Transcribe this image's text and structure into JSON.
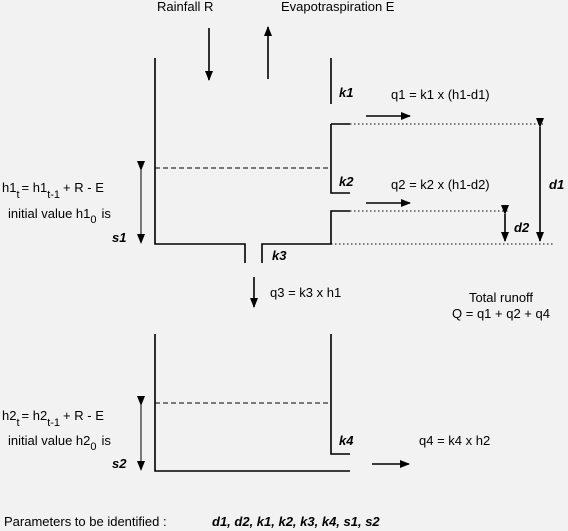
{
  "inputs": {
    "rainfall": "Rainfall R",
    "evapo": "Evapotraspiration E"
  },
  "tank1": {
    "k1": "k1",
    "k2": "k2",
    "k3": "k3",
    "q1_eq": "q1 = k1 x (h1-d1)",
    "q2_eq": "q2 = k2 x (h1-d2)",
    "d1": "d1",
    "d2": "d2",
    "h_lhs": "h1",
    "h_lhs_sub": "t",
    "h_rhs": "= h1",
    "h_rhs_sub": "t-1",
    "h_rest": "+ R - E",
    "init_a": "initial value h1",
    "init_sub": "0",
    "init_b": "is",
    "s": "s1"
  },
  "q3_eq": "q3 = k3 x h1",
  "total": {
    "title": "Total runoff",
    "eq": "Q = q1 + q2 + q4"
  },
  "tank2": {
    "k4": "k4",
    "q4_eq": "q4 = k4 x h2",
    "h_lhs": "h2",
    "h_lhs_sub": "t",
    "h_rhs": "= h2",
    "h_rhs_sub": "t-1",
    "h_rest": "+ R - E",
    "init_a": "initial value h2",
    "init_sub": "0",
    "init_b": "is",
    "s": "s2"
  },
  "params": {
    "label": "Parameters to be identified :",
    "list": "d1, d2, k1, k2, k3, k4, s1, s2"
  }
}
